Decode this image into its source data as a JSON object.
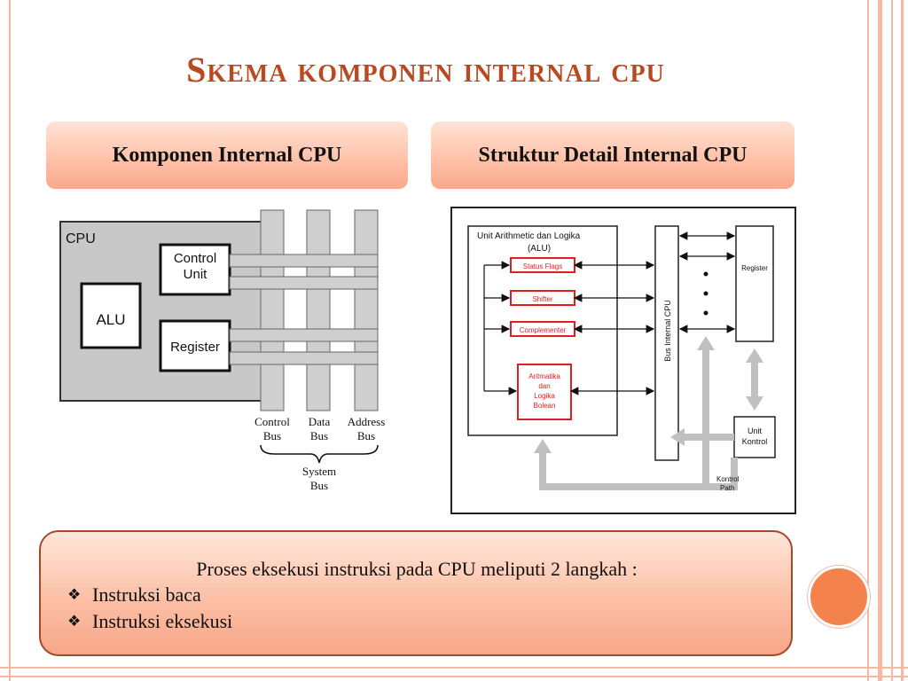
{
  "title": "Skema komponen internal cpu",
  "header_left": "Komponen Internal CPU",
  "header_right": "Struktur Detail Internal CPU",
  "left_diagram": {
    "cpu_label": "CPU",
    "alu_label": "ALU",
    "control_unit_line1": "Control",
    "control_unit_line2": "Unit",
    "register_label": "Register",
    "bus_labels": [
      {
        "line1": "Control",
        "line2": "Bus"
      },
      {
        "line1": "Data",
        "line2": "Bus"
      },
      {
        "line1": "Address",
        "line2": "Bus"
      }
    ],
    "system_bus_line1": "System",
    "system_bus_line2": "Bus"
  },
  "right_diagram": {
    "alu_title_line1": "Unit Arithmetic dan Logika",
    "alu_title_line2": "(ALU)",
    "status_flags": "Status Flags",
    "shifter": "Shifter",
    "complementer": "Complementer",
    "arith_lines": [
      "Aritmatika",
      "dan",
      "Logika",
      "Bolean"
    ],
    "bus_internal": "Bus Internal CPU",
    "register": "Register",
    "unit_kontrol_line1": "Unit",
    "unit_kontrol_line2": "Kontrol",
    "kontrol_path_line1": "Kontrol",
    "kontrol_path_line2": "Path"
  },
  "summary": {
    "heading": "Proses eksekusi instruksi pada CPU meliputi 2 langkah :",
    "bullets": [
      "Instruksi baca",
      "Instruksi eksekusi"
    ]
  },
  "colors": {
    "title": "#b84a22",
    "accent_red": "#e02020",
    "frame": "#f4b8a3",
    "circle": "#f4824c"
  }
}
